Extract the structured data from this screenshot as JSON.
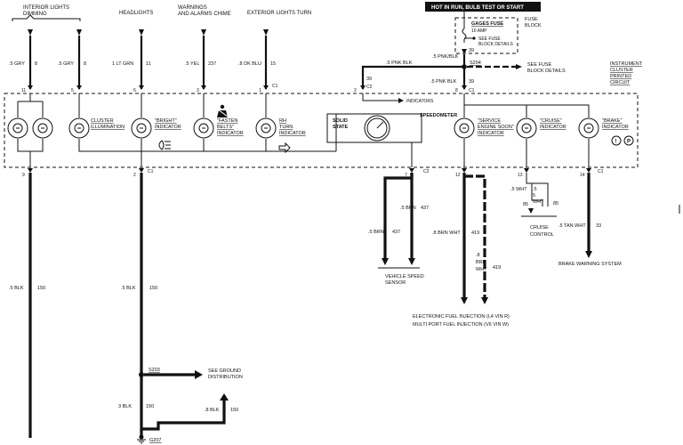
{
  "sources": {
    "interior_lights": "INTERIOR LIGHTS\nDIMMING",
    "headlights": "HEADLIGHTS",
    "warnings": "WARNINGS\nAND ALARMS CHIME",
    "exterior": "EXTERIOR LIGHTS  TURN",
    "hot_in_run": "HOT IN RUN,  BULB TEST OR START"
  },
  "fuse_block": {
    "label": "FUSE\nBLOCK",
    "gages_fuse": "GAGES FUSE",
    "amp": "10 AMP",
    "see_details": "SEE FUSE\nBLOCK DETAILS"
  },
  "wires": {
    "w1": ".5 GRY",
    "w1n": "8",
    "w2": ".5 GRY",
    "w2n": "8",
    "w3": "1 LT GRN",
    "w3n": "11",
    "w4": ".5 YEL",
    "w4n": "237",
    "w5": ".8 DK BLU",
    "w5n": "15",
    "fuse_out": ".5 PNK/BLK",
    "fuse_out_n": "39",
    "splice_top": ".5 PNK BLK",
    "splice_top_n": "39",
    "splice_c2": ".5 PNK BLK",
    "splice_c2_n": "39",
    "gnd_left": ".5 BLK",
    "gnd_left_n": "150",
    "gnd_mid": ".5 BLK",
    "gnd_mid_n": "150",
    "speed_a": ".5 BRN",
    "speed_a_n": "437",
    "speed_b": ".5 BRN",
    "speed_b_n": "437",
    "efi_a": ".8 BRN WHT",
    "efi_a_n": "419",
    "efi_b": ".8\nBRN\nWHT",
    "efi_b_n": "419",
    "cruise_a": ".5 WHT",
    "cruise_b": ".5\n5\nWHT",
    "cruise_b_n": "85",
    "cruise_c_n": "85",
    "brake": ".5 TAN WHT",
    "brake_n": "33",
    "g203_a": "3 BLK",
    "g203_a_n": "150",
    "g203_b": ".8 BLK",
    "g203_b_n": "150"
  },
  "splices": {
    "s204": "S204",
    "s203": "S203",
    "g207": "G207"
  },
  "pins": {
    "p11": "11",
    "p5": "5",
    "p6": "6",
    "p3": "3",
    "p1": "1",
    "c1a": "C1",
    "p2": "2",
    "c2a": "C2",
    "p8": "8",
    "c1b": "C1",
    "p9": "9",
    "p2b": "2",
    "c1c": "C1",
    "p7": "7",
    "c2b": "C2",
    "p12": "12",
    "p13": "13",
    "p14": "14",
    "c1d": "C1"
  },
  "cluster": {
    "title": "INSTRUMENT\nCLUSTER\nPRINTED\nCIRCUIT",
    "illumination": "CLUSTER\nILLUMINATION",
    "bright": "\"BRIGHT\"\nINDICATOR",
    "fasten": "\"FASTEN\nBELTS\"\nINDICATOR",
    "turn": "RH\nTURN\nINDICATOR",
    "solid_state": "SOLID\nSTATE",
    "speedometer": "SPEEDOMETER",
    "indicators": "INDICATORS",
    "service": "\"SERVICE\nENGINE SOON\"\nINDICATOR",
    "cruise": "\"CRUISE\"\nINDICATOR",
    "brake": "\"BRAKE\"\nINDICATOR"
  },
  "destinations": {
    "fuse_details": "SEE FUSE\nBLOCK DETAILS",
    "speed_sensor": "VEHICLE SPEED\nSENSOR",
    "cruise_control": "CRUISE\nCONTROL",
    "brake_system": "BRAKE WARNING SYSTEM",
    "efi": "ELECTRONIC FUEL INJECTION (L4 VIN R)\nMULTI PORT FUEL INJECTION (V6 VIN W)",
    "ground": "SEE GROUND\nDISTRIBUTION"
  }
}
